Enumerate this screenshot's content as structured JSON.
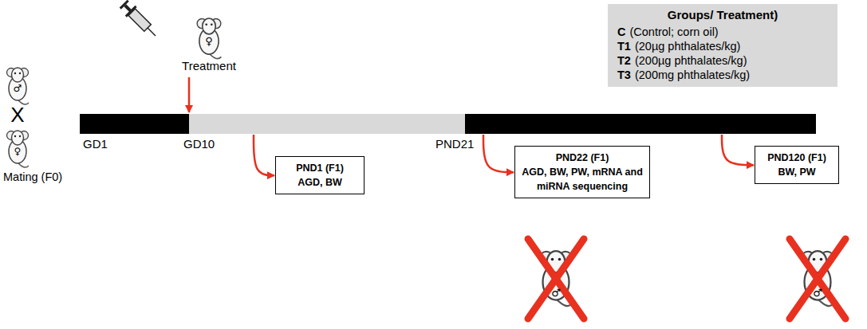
{
  "diagram": {
    "nodes": [
      {
        "text": [
          "Groups/ Treatment)",
          "C",
          "(Control; corn oil)",
          "T1",
          "(20µg phthalates/kg)",
          "T2",
          "(200µg phthalates/kg)",
          "T3",
          "(200mg phthalates/kg)"
        ]
      },
      {
        "text": [
          "PND1 (F1)",
          "AGD, BW"
        ]
      },
      {
        "text": [
          "PND22 (F1)",
          "AGD, BW, PW, mRNA and miRNA sequencing"
        ]
      },
      {
        "text": [
          "PND120 (F1)",
          "BW, PW"
        ]
      }
    ],
    "labels": [
      "♀",
      "Treatment",
      "♂",
      "X",
      "♀",
      "Mating (F0)",
      "GD1",
      "GD10",
      "PND21",
      "♂",
      "♂"
    ]
  }
}
